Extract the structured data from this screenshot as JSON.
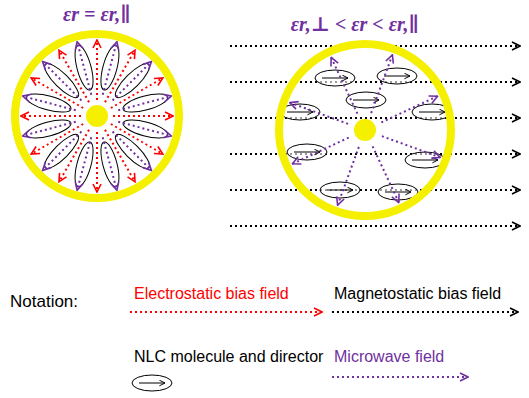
{
  "diagram": {
    "nodes": [
      {
        "text": [
          "εr = εr,∥"
        ]
      },
      {
        "text": [
          "εr,⊥ < εr < εr,∥"
        ]
      }
    ],
    "labels": [
      "Notation:"
    ],
    "legend": [
      {
        "text": "Electrostatic bias field"
      },
      {
        "text": "Magnetostatic bias field"
      },
      {
        "text": "NLC molecule and director"
      },
      {
        "text": "Microwave field"
      }
    ]
  }
}
